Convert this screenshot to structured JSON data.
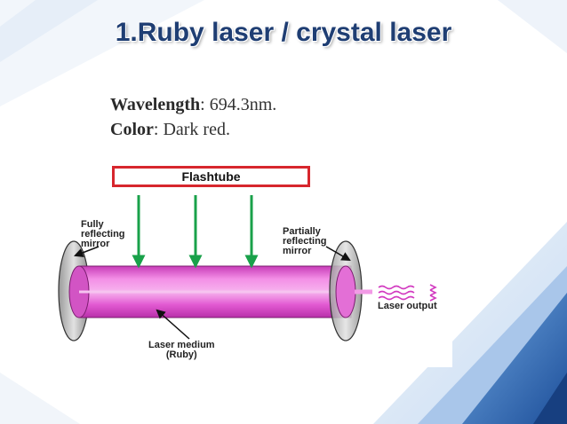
{
  "slide": {
    "title": "1.Ruby laser / crystal laser",
    "properties": [
      {
        "key": "Wavelength",
        "sep": ": ",
        "value": "694.3nm."
      },
      {
        "key": "Color",
        "sep": ": ",
        "value": "Dark red."
      }
    ]
  },
  "diagram": {
    "flashtube_label": "Flashtube",
    "fully_reflecting_mirror": [
      "Fully",
      "reflecting",
      "mirror"
    ],
    "partially_reflecting_mirror": [
      "Partially",
      "reflecting",
      "mirror"
    ],
    "laser_medium": [
      "Laser medium",
      "(Ruby)"
    ],
    "laser_output": "Laser output",
    "colors": {
      "flashtube_border": "#d7262d",
      "arrows": "#19a14a",
      "ruby_rod": "#e24fd0",
      "title": "#1f3e73",
      "background_accent": "#2f6db5"
    }
  }
}
